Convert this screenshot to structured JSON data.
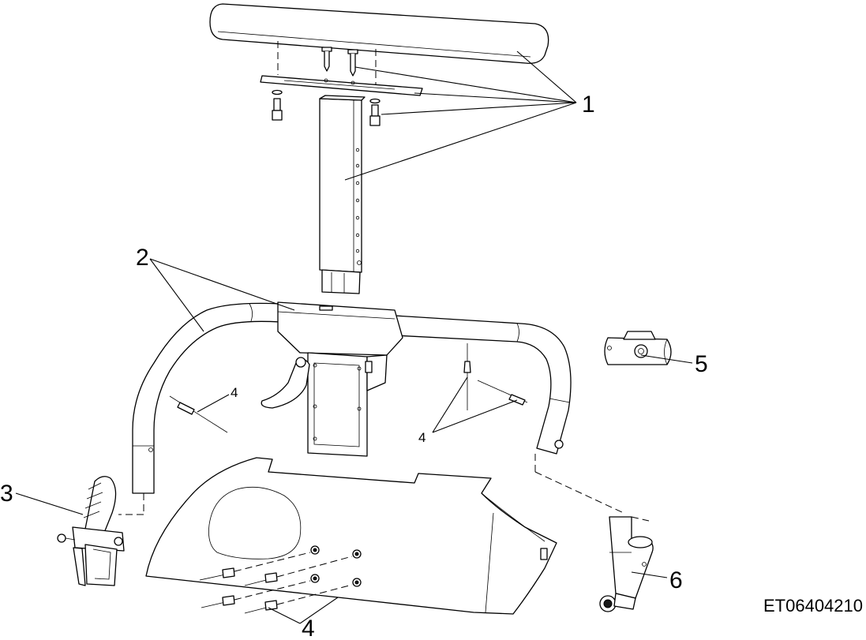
{
  "callouts": {
    "armrest_assembly": "1",
    "handlebar": "2",
    "brake_lever": "3",
    "rivets_upper_left": "4",
    "rivets_upper_right": "4",
    "rivets_lower": "4",
    "clamp": "5",
    "pivot_mount": "6"
  },
  "drawing_code": "ET06404210"
}
